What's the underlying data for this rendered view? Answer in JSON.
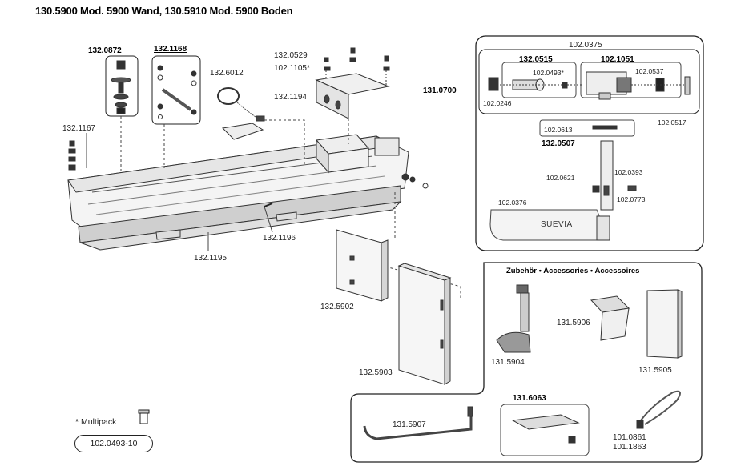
{
  "title": "130.5900 Mod. 5900 Wand, 130.5910 Mod. 5900 Boden",
  "accessories_header": "Zubehör • Accessories • Accessoires",
  "multipack": {
    "label": "* Multipack",
    "part": "102.0493-10"
  },
  "brand_plate": "SUEVIA",
  "parts": {
    "p132_0872": "132.0872",
    "p132_1168": "132.1168",
    "p132_6012": "132.6012",
    "p132_0529": "132.0529",
    "p102_1105": "102.1105*",
    "p132_1194": "132.1194",
    "p132_1167": "132.1167",
    "p132_1196": "132.1196",
    "p132_1195": "132.1195",
    "p132_5902": "132.5902",
    "p132_5903": "132.5903",
    "p102_0375": "102.0375",
    "p132_0515": "132.0515",
    "p102_1051": "102.1051",
    "p102_0493": "102.0493*",
    "p102_0537": "102.0537",
    "p131_0700": "131.0700",
    "p102_0246": "102.0246",
    "p102_0517": "102.0517",
    "p102_0613": "102.0613",
    "p132_0507": "132.0507",
    "p102_0621": "102.0621",
    "p102_0393": "102.0393",
    "p102_0773": "102.0773",
    "p102_0376": "102.0376",
    "p131_5906": "131.5906",
    "p131_5904": "131.5904",
    "p131_5905": "131.5905",
    "p131_5907": "131.5907",
    "p131_6063": "131.6063",
    "p101_0861": "101.0861",
    "p101_1863": "101.1863"
  }
}
